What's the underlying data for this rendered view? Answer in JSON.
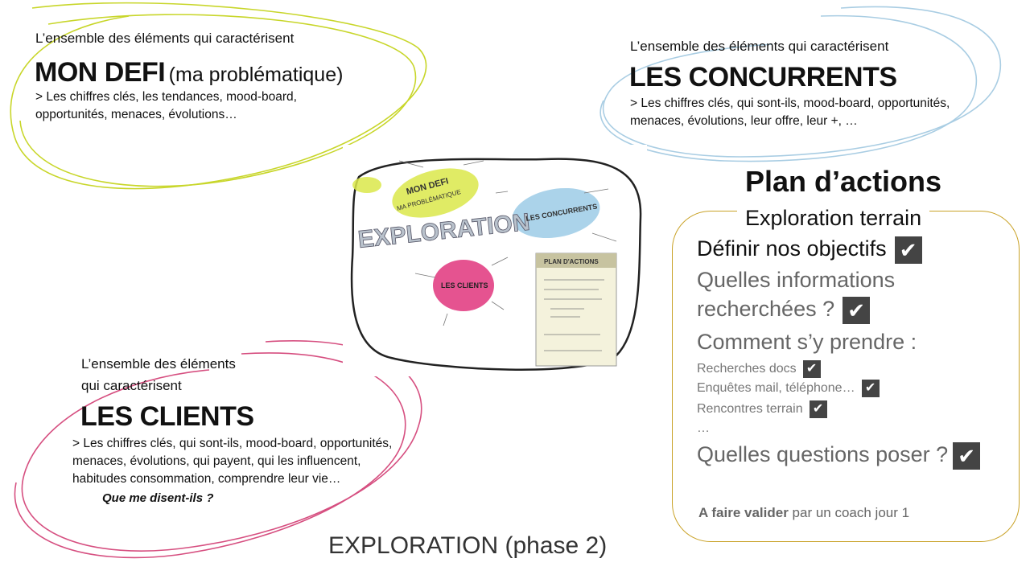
{
  "mon_defi": {
    "intro": "L’ensemble des éléments qui caractérisent",
    "title": "MON DEFI",
    "title_suffix": "(ma problématique)",
    "line1": "> Les chiffres clés, les tendances, mood-board,",
    "line2": "opportunités, menaces, évolutions…"
  },
  "concurrents": {
    "intro": "L’ensemble des éléments qui caractérisent",
    "title": "LES CONCURRENTS",
    "line1": "> Les chiffres clés, qui sont-ils, mood-board, opportunités,",
    "line2": "menaces, évolutions, leur offre, leur +, …"
  },
  "clients": {
    "intro1": "L’ensemble des éléments",
    "intro2": "qui caractérisent",
    "title": "LES CLIENTS",
    "line1": "> Les chiffres clés, qui sont-ils, mood-board, opportunités,",
    "line2": "menaces, évolutions, qui payent, qui les influencent,",
    "line3": "habitudes consommation, comprendre leur vie…",
    "question": "Que me disent-ils ?"
  },
  "sketch": {
    "exploration": "EXPLORATION",
    "mon_defi": "MON DEFI",
    "ma_problematique": "MA PROBLÉMATIQUE",
    "concurrents": "LES CONCURRENTS",
    "clients": "LES CLIENTS",
    "plan": "PLAN D'ACTIONS"
  },
  "plan": {
    "title": "Plan d’actions",
    "subtitle": "Exploration terrain",
    "item1": "Définir nos objectifs",
    "item2a": "Quelles informations",
    "item2b": "recherchées ?",
    "item3": "Comment s’y prendre :",
    "sub1": "Recherches  docs",
    "sub2": "Enquêtes mail, téléphone…",
    "sub3": "Rencontres terrain",
    "ellipsis": "…",
    "item4": "Quelles questions poser ?",
    "footer_bold": "A faire valider",
    "footer_rest": " par un coach jour 1",
    "check": "✔"
  },
  "footer": "EXPLORATION (phase 2)",
  "colors": {
    "yellow_swirl": "#c8d62a",
    "blue_swirl": "#a9cde3",
    "pink_swirl": "#d64f80",
    "plan_border": "#c9a227"
  }
}
